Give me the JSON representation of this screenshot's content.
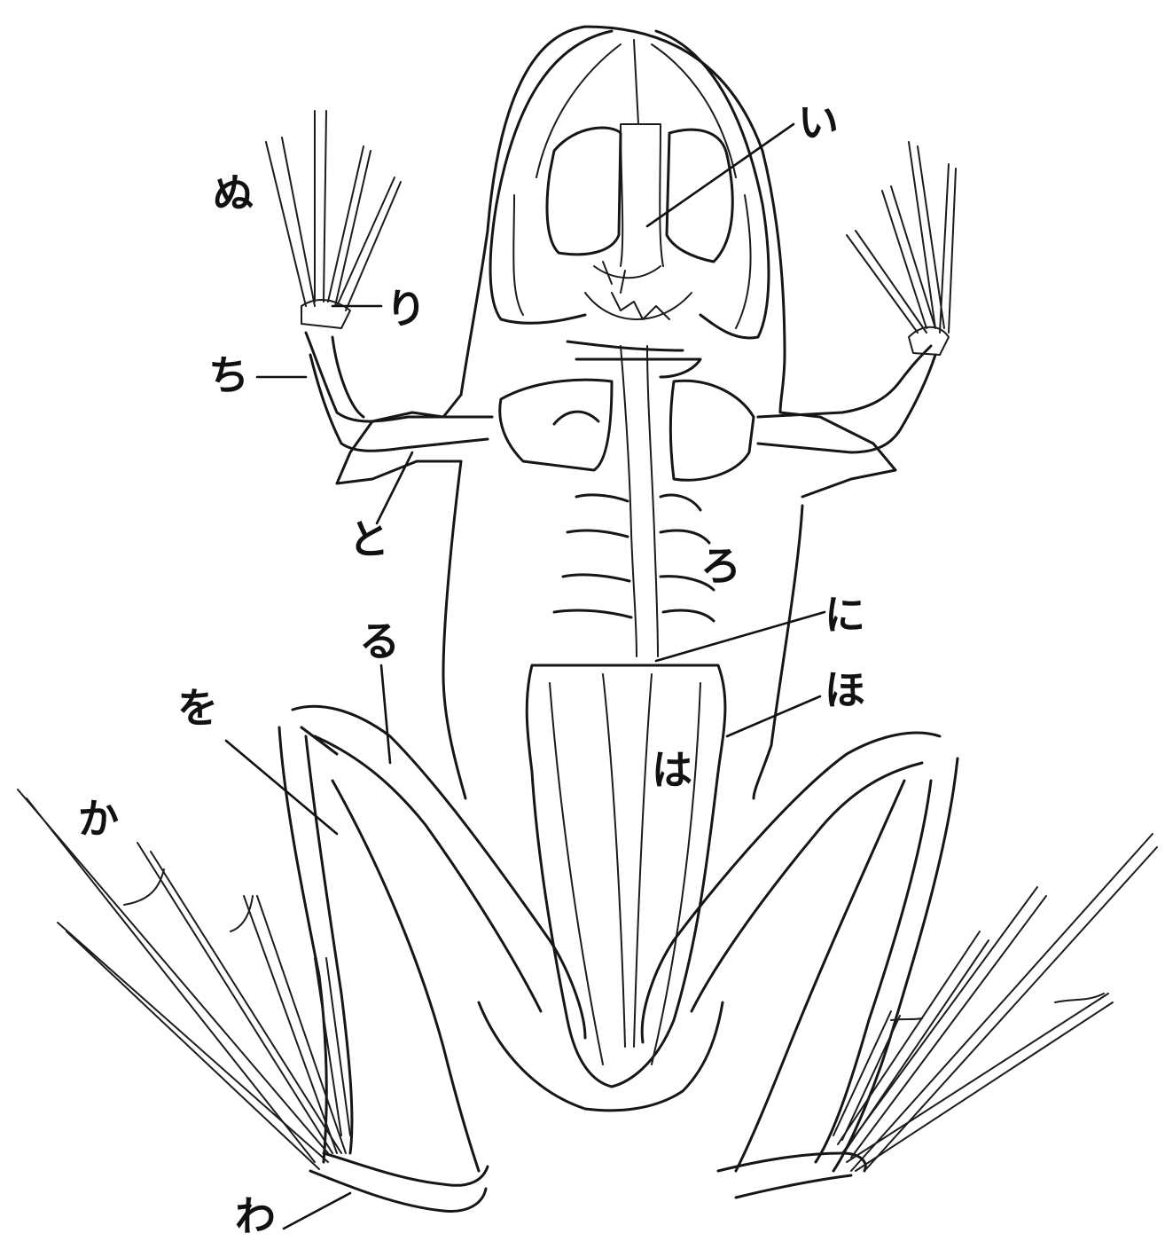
{
  "labels": {
    "i": "い",
    "ro": "ろ",
    "ni": "に",
    "ho": "ほ",
    "ha": "は",
    "nu": "ぬ",
    "ri": "り",
    "chi": "ち",
    "to": "と",
    "ru": "る",
    "wo": "を",
    "ka": "か",
    "wa": "わ"
  },
  "colors": {
    "ink": "#161616",
    "paper": "#ffffff"
  }
}
